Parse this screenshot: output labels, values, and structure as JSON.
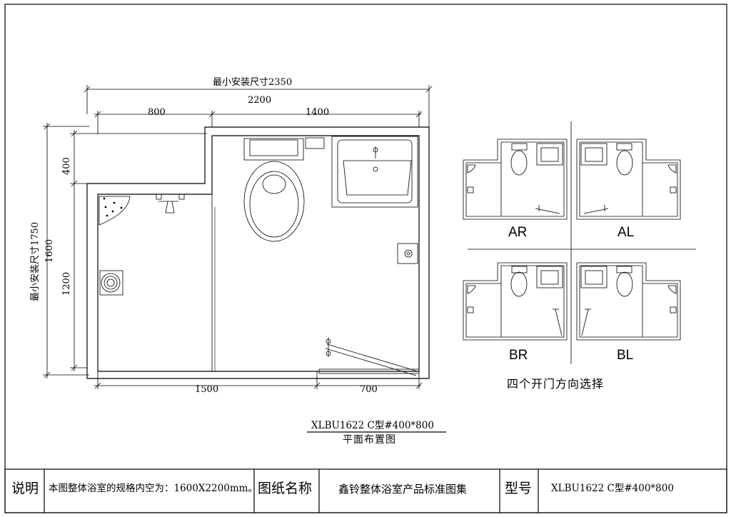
{
  "dimensions": {
    "min_install_width": "最小安装尺寸2350",
    "overall_width": "2200",
    "left_width": "800",
    "right_width": "1400",
    "bottom_left": "1500",
    "bottom_right": "700",
    "min_install_height": "最小安装尺寸1750",
    "overall_height": "1600",
    "top_offset": "400",
    "left_height": "1200"
  },
  "variants": [
    {
      "label": "AR"
    },
    {
      "label": "AL"
    },
    {
      "label": "BR"
    },
    {
      "label": "BL"
    }
  ],
  "variants_caption": "四个开门方向选择",
  "drawing_model": "XLBU1622 C型#400*800",
  "drawing_caption": "平面布置图",
  "title_block": {
    "notes_label": "说明",
    "notes_text": "本图整体浴室的规格内空为：1600X2200mm。",
    "drawing_name_label": "图纸名称",
    "drawing_name": "鑫铃整体浴室产品标准图集",
    "model_label": "型号",
    "model_value": "XLBU1622 C型#400*800"
  }
}
